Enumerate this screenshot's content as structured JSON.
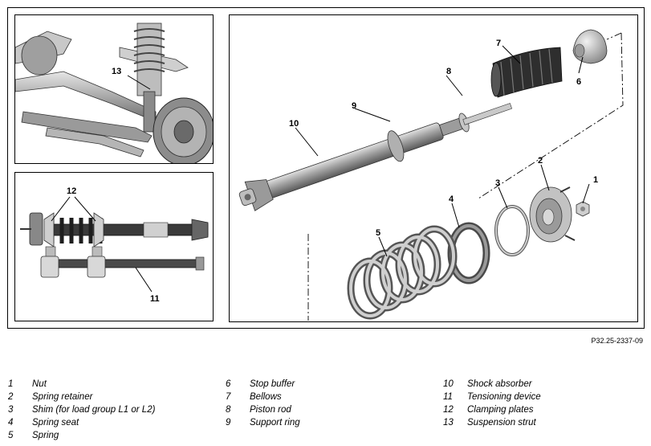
{
  "figure_code": "P32.25-2337-09",
  "callouts": {
    "top_left": [
      "13"
    ],
    "bottom_left": [
      "12",
      "11"
    ],
    "main": [
      "1",
      "2",
      "3",
      "4",
      "5",
      "6",
      "7",
      "8",
      "9",
      "10"
    ]
  },
  "legend": {
    "columns": [
      [
        {
          "number": "1",
          "label": "Nut"
        },
        {
          "number": "2",
          "label": "Spring retainer"
        },
        {
          "number": "3",
          "label": "Shim (for load group L1 or L2)"
        },
        {
          "number": "4",
          "label": "Spring seat"
        },
        {
          "number": "5",
          "label": "Spring"
        }
      ],
      [
        {
          "number": "6",
          "label": "Stop buffer"
        },
        {
          "number": "7",
          "label": "Bellows"
        },
        {
          "number": "8",
          "label": "Piston rod"
        },
        {
          "number": "9",
          "label": "Support ring"
        }
      ],
      [
        {
          "number": "10",
          "label": "Shock absorber"
        },
        {
          "number": "11",
          "label": "Tensioning device"
        },
        {
          "number": "12",
          "label": "Clamping plates"
        },
        {
          "number": "13",
          "label": "Suspension strut"
        }
      ]
    ]
  }
}
